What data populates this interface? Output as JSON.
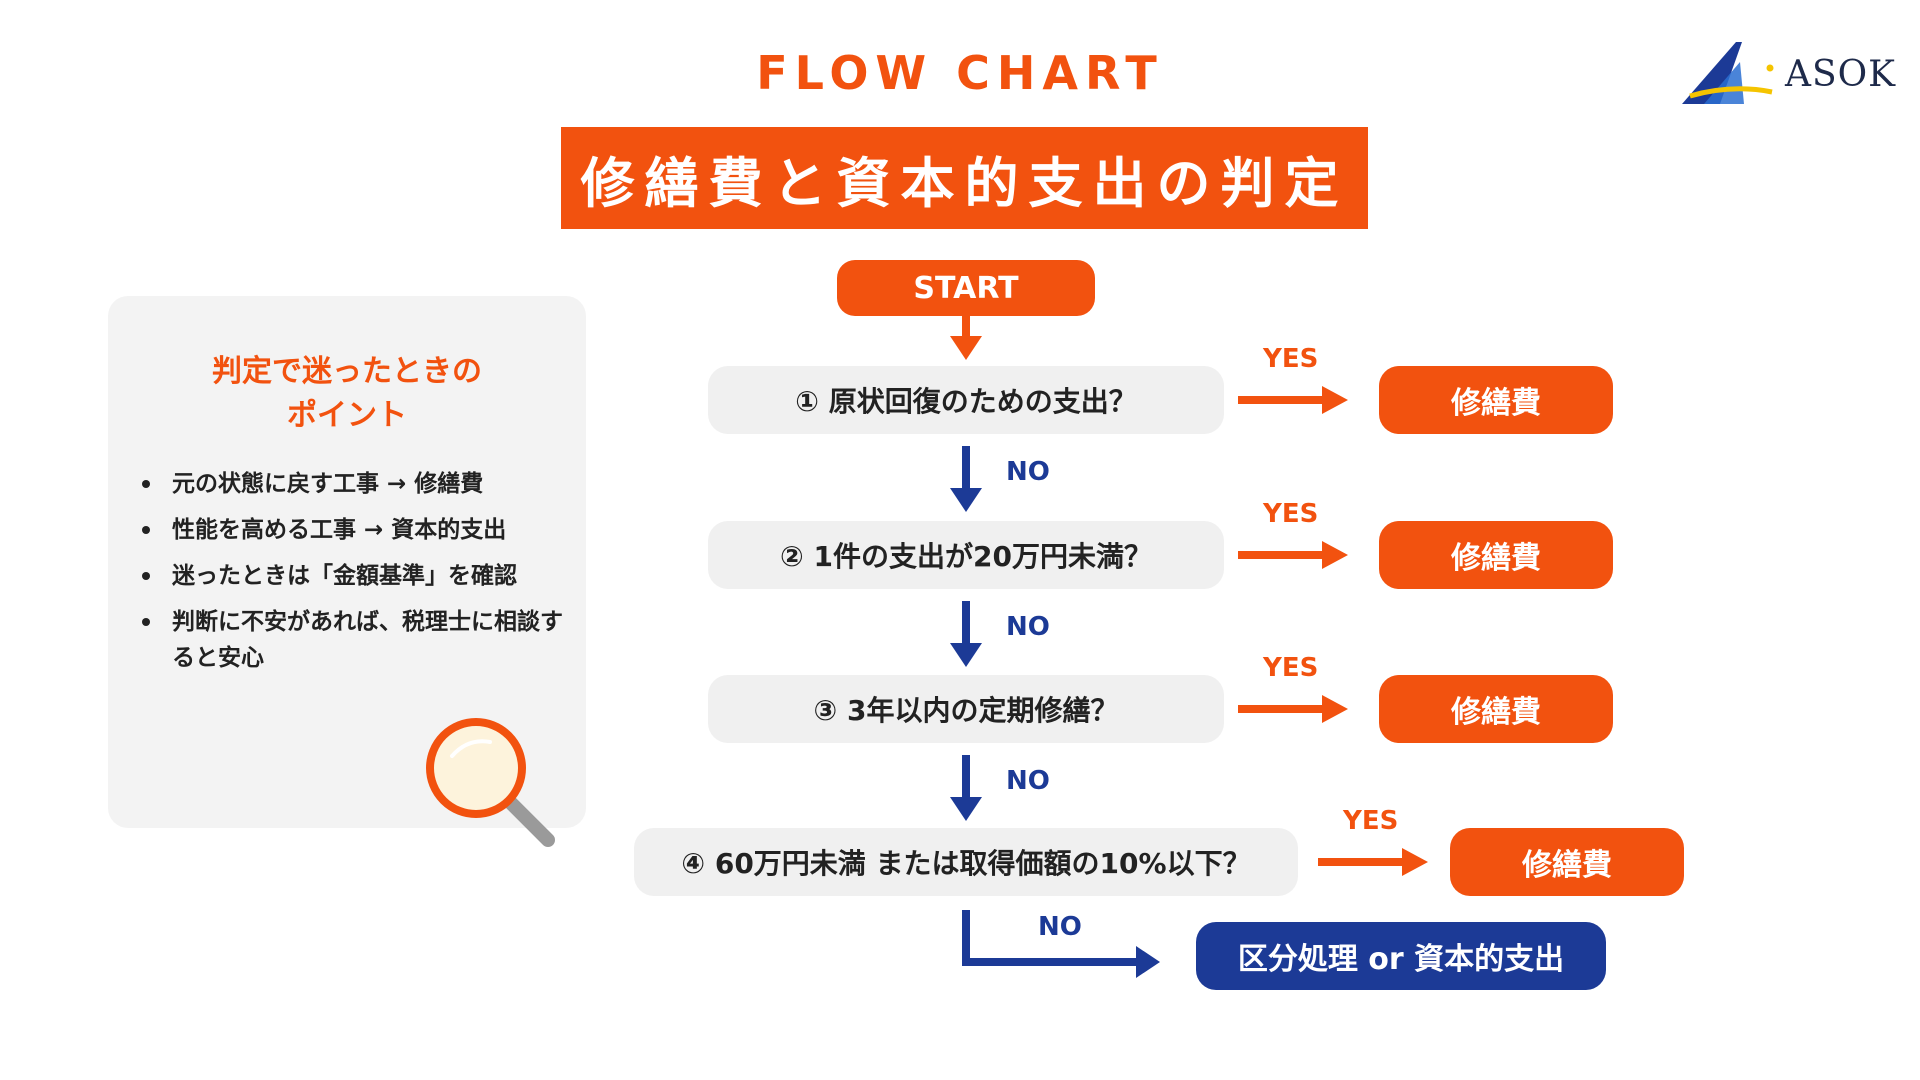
{
  "header": {
    "label": "FLOW CHART",
    "title": "修繕費と資本的支出の判定"
  },
  "logo": {
    "text": "ASOK"
  },
  "panel": {
    "title_line1": "判定で迷ったときの",
    "title_line2": "ポイント",
    "tips": [
      "元の状態に戻す工事 → 修繕費",
      "性能を高める工事 → 資本的支出",
      "迷ったときは「金額基準」を確認",
      "判断に不安があれば、税理士に相談すると安心"
    ]
  },
  "flow": {
    "start": "START",
    "questions": [
      "① 原状回復のための支出？",
      "② 1件の支出が20万円未満？",
      "③ 3年以内の定期修繕？",
      "④ 60万円未満 または取得価額の10%以下？"
    ],
    "yes_label": "YES",
    "no_label": "NO",
    "yes_result": "修繕費",
    "final_result": "区分処理 or 資本的支出"
  },
  "colors": {
    "accent": "#f2520f",
    "secondary": "#1c3a96",
    "panel_bg": "#f3f3f3",
    "question_bg": "#f0f0f0"
  },
  "icons": {
    "logo": "asok-logo-icon",
    "magnifier": "magnifier-icon"
  }
}
